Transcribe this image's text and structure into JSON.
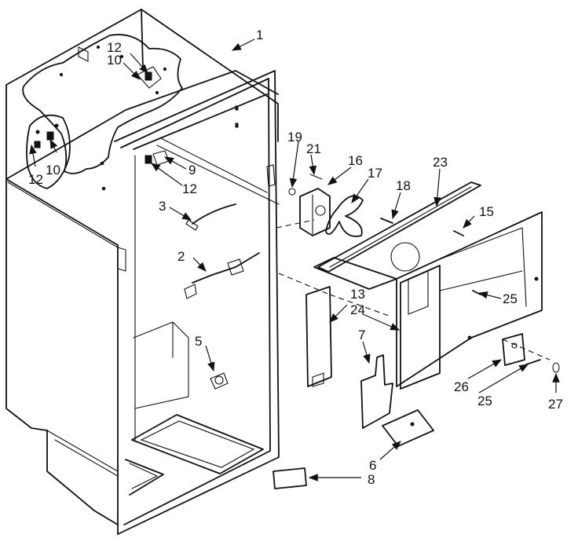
{
  "callouts": {
    "c1": "1",
    "c2": "2",
    "c3": "3",
    "c5": "5",
    "c6": "6",
    "c7": "7",
    "c8": "8",
    "c9": "9",
    "c10a": "10",
    "c10b": "10",
    "c12a": "12",
    "c12b": "12",
    "c12c": "12",
    "c13": "13",
    "c15": "15",
    "c16": "16",
    "c17": "17",
    "c18": "18",
    "c19": "19",
    "c21": "21",
    "c23": "23",
    "c24": "24",
    "c25a": "25",
    "c25b": "25",
    "c26": "26",
    "c27": "27"
  }
}
